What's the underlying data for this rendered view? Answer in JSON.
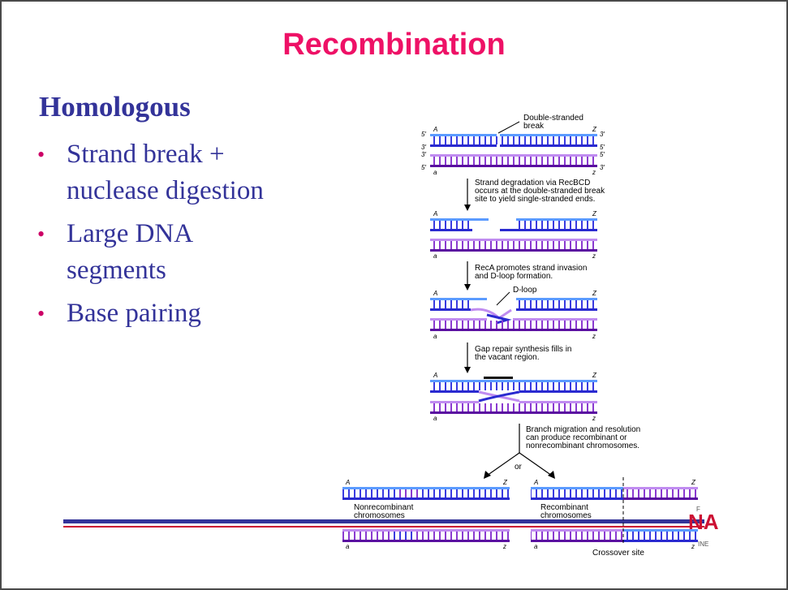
{
  "slide": {
    "title": "Recombination",
    "heading": "Homologous",
    "bullets": [
      "Strand break + nuclease digestion",
      "Large DNA segments",
      "Base pairing"
    ]
  },
  "diagram": {
    "double_strand_break_label": "Double-stranded break",
    "step1_text": [
      "Strand degradation via RecBCD",
      "occurs at the double-stranded break",
      "site to yield single-stranded ends."
    ],
    "step2_text": [
      "RecA promotes strand invasion",
      "and D-loop formation."
    ],
    "dloop_label": "D-loop",
    "step3_text": [
      "Gap repair synthesis fills in",
      "the vacant region."
    ],
    "step4_text": [
      "Branch migration and resolution",
      "can produce recombinant or",
      "nonrecombinant chromosomes."
    ],
    "or_label": "or",
    "nonrecombinant_label": [
      "Nonrecombinant",
      "chromosomes"
    ],
    "recombinant_label": [
      "Recombinant",
      "chromosomes"
    ],
    "crossover_label": "Crossover site",
    "end_labels": {
      "A": "A",
      "Z": "Z",
      "a": "a",
      "z": "z",
      "five": "5′",
      "three": "3′"
    }
  },
  "colors": {
    "title": "#ee1166",
    "text": "#333399",
    "bullet": "#cc0066",
    "dna_light_blue": "#5b9bff",
    "dna_dark_blue": "#2a2ad0",
    "dna_light_purple": "#c08cf0",
    "dna_dark_purple": "#5a0fa0"
  },
  "logo": {
    "partial_text": "NA",
    "small_top": "F",
    "small_bottom": "INE"
  }
}
